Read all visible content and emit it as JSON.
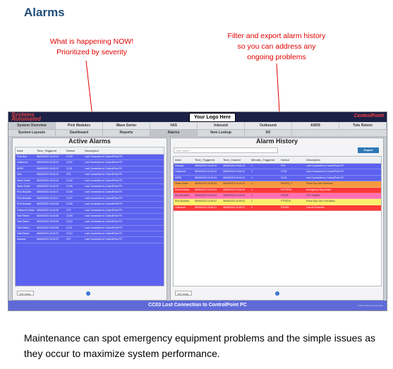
{
  "page": {
    "heading": "Alarms",
    "callout_left": "What is happening NOW!\nPrioritized by severity",
    "callout_right": "Filter and export alarm history\nso you can address any\nongoing problems",
    "caption": "Maintenance can spot emergency equipment problems and the simple issues as they occur to maximize system performance."
  },
  "app": {
    "brand_line1": "Systems",
    "brand_line2": "Automated",
    "logo_placeholder": "Your Logo Here",
    "brand_right": "ControlPoint",
    "nav": [
      "System Overview",
      "Pick Modules",
      "Wave Sorter",
      "VAS",
      "Inbound",
      "Outbound",
      "ASRS",
      "Tote Return"
    ],
    "subnav": [
      "System Layouts",
      "Dashboard",
      "Reports",
      "Alarms",
      "Item Lookup",
      "I/O"
    ],
    "status_message": "CC03 Lost Connection to ControlPoint PC",
    "copyright": "© 2021 Systems Automated"
  },
  "active_alarms": {
    "title": "Active Alarms",
    "columns": [
      "Area",
      "Time_Triggered",
      "Device",
      "Description"
    ],
    "rows": [
      {
        "area": "Pick Mod",
        "time": "08/04/2023 15:43:12",
        "device": "CC03",
        "desc": "Lost Connection to ControlPoint PC"
      },
      {
        "area": "Outbound",
        "time": "08/04/2023 15:43:12",
        "device": "CC02",
        "desc": "Lost Connection to ControlPoint PC"
      },
      {
        "area": "ASRS",
        "time": "08/04/2023 15:43:12",
        "device": "CC01",
        "desc": "Lost Connection to ControlPoint PC"
      },
      {
        "area": "VAS",
        "time": "08/04/2023 15:43:12",
        "device": "CP1",
        "desc": "Lost Connection to ControlPoint PC"
      },
      {
        "area": "Wave Sorter",
        "time": "08/04/2023 15:43:15",
        "device": "CC04",
        "desc": "Lost Connection to ControlPoint PC"
      },
      {
        "area": "Wave Sorter",
        "time": "08/04/2023 15:43:15",
        "device": "CC05",
        "desc": "Lost Connection to ControlPoint PC"
      },
      {
        "area": "Pick Modules",
        "time": "08/04/2023 15:43:17",
        "device": "CC06",
        "desc": "Lost Connection to ControlPoint PC"
      },
      {
        "area": "Pick Modules",
        "time": "08/04/2023 15:43:17",
        "device": "CC07",
        "desc": "Lost Connection to ControlPoint PC"
      },
      {
        "area": "Pick Modules",
        "time": "08/04/2023 15:43:18",
        "device": "CC08",
        "desc": "Lost Connection to ControlPoint PC"
      },
      {
        "area": "Outbound Sorter",
        "time": "08/04/2023 15:43:34",
        "device": "CP1",
        "desc": "Lost Connection to ControlPoint PC"
      },
      {
        "area": "Tote Return",
        "time": "08/04/2023 15:43:35",
        "device": "CC09",
        "desc": "Lost Connection to ControlPoint PC"
      },
      {
        "area": "Tote Return",
        "time": "08/04/2023 15:43:35",
        "device": "CC10",
        "desc": "Lost Connection to ControlPoint PC"
      },
      {
        "area": "Tote Return",
        "time": "08/04/2023 15:43:36",
        "device": "CC11",
        "desc": "Lost Connection to ControlPoint PC"
      },
      {
        "area": "Tote Return",
        "time": "08/04/2023 15:43:37",
        "device": "CC12",
        "desc": "Lost Connection to ControlPoint PC"
      },
      {
        "area": "Inbound",
        "time": "08/04/2023 15:43:37",
        "device": "CP1",
        "desc": "Lost Connection to ControlPoint PC"
      }
    ],
    "page_size": "100 rows"
  },
  "alarm_history": {
    "title": "Alarm History",
    "filter_placeholder": "Filter table...",
    "export_label": "Export",
    "columns": [
      "Area",
      "Time_Triggered",
      "Time_Cleared",
      "Minutes_Triggered",
      "Device",
      "Description"
    ],
    "rows": [
      {
        "area": "Inbound",
        "triggered": "08/04/2023 15:43:12",
        "cleared": "08/04/2023 15:44:12",
        "minutes": "1",
        "device": "CP1",
        "desc": "Lost Connection to ControlPoint PC",
        "color": "#5c62ef"
      },
      {
        "area": "Outbound",
        "triggered": "08/04/2023 15:43:12",
        "cleared": "08/04/2023 15:44:12",
        "minutes": "1",
        "device": "CC02",
        "desc": "Lost Connection to ControlPoint PC",
        "color": "#5c62ef"
      },
      {
        "area": "ASRS",
        "triggered": "08/04/2023 15:43:12",
        "cleared": "08/04/2023 15:44:12",
        "minutes": "1",
        "device": "CC01",
        "desc": "Lost Connection to ControlPoint PC",
        "color": "#5c62ef"
      },
      {
        "area": "Wave Sorter",
        "triggered": "08/04/2023 15:43:33",
        "cleared": "08/04/2023 15:44:33",
        "minutes": "1",
        "device": "PE4203_F",
        "desc": "Photo Eye Jam Detected",
        "color": "#f79a3e"
      },
      {
        "area": "Pick Modules",
        "triggered": "08/04/2023 15:43:43",
        "cleared": "08/04/2023 15:44:43",
        "minutes": "1",
        "device": "ESTOP06",
        "desc": "Emergency Stop Active",
        "color": "#ff3a3a"
      },
      {
        "area": "Pick Modules",
        "triggered": "08/04/2023 15:43:54",
        "cleared": "08/04/2023 15:44:54",
        "minutes": "1",
        "device": "VFD05",
        "desc": "VFD Faulted",
        "color": "#ff6fb3"
      },
      {
        "area": "Pick Modules",
        "triggered": "08/04/2023 15:44:02",
        "cleared": "08/04/2023 15:45:02",
        "minutes": "1",
        "device": "PTP5215",
        "desc": "Photo Eye Lens Foil Status",
        "color": "#fbf06a"
      },
      {
        "area": "Outbound",
        "triggered": "08/04/2023 15:44:21",
        "cleared": "08/04/2023 15:45:21",
        "minutes": "1",
        "device": "PS1101",
        "desc": "Low Air Pressure",
        "color": "#ff3a3a"
      }
    ],
    "page_size": "100 rows"
  },
  "colors": {
    "heading": "#1f4e79",
    "callout": "#e00000",
    "alarm_blue": "#5c62ef",
    "status_bar": "#5f6ad8",
    "export_button": "#2e78b8"
  },
  "icons": {
    "info": "info-icon"
  }
}
